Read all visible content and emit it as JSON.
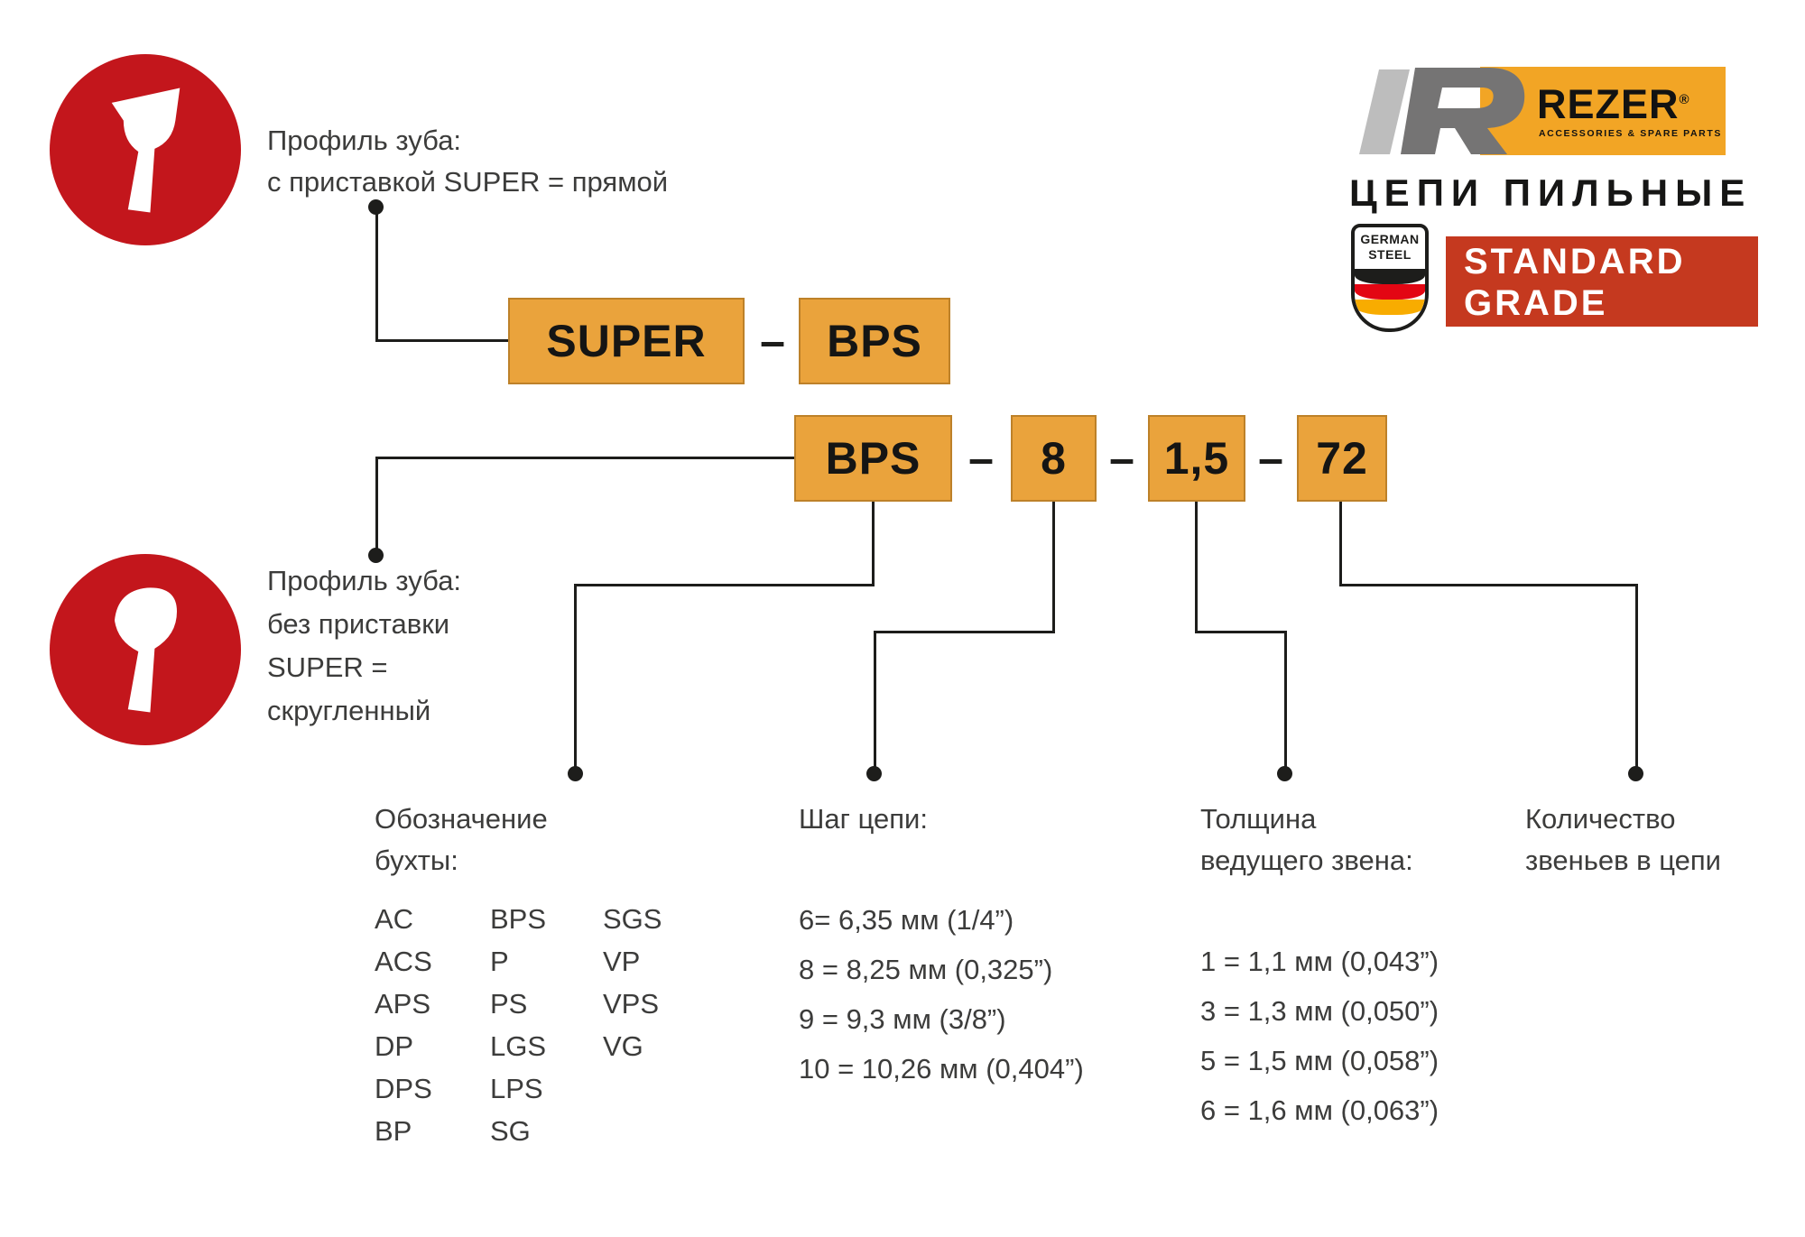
{
  "colors": {
    "accent_orange": "#EAA33C",
    "accent_red": "#C3161C",
    "grade_red": "#C5391F",
    "text": "#3C3C3B",
    "line": "#1D1D1B",
    "flag_black": "#1D1D1B",
    "flag_red": "#E30613",
    "flag_gold": "#F8AC00"
  },
  "profile_top": {
    "line1": "Профиль зуба:",
    "line2": "с приставкой SUPER = прямой"
  },
  "profile_bottom": {
    "line1": "Профиль зуба:",
    "line2": "без приставки",
    "line3": "SUPER =",
    "line4": "скругленный"
  },
  "row1": {
    "box1": "SUPER",
    "dash": "–",
    "box2": "BPS"
  },
  "row2": {
    "box1": "BPS",
    "dash1": "–",
    "box2": "8",
    "dash2": "–",
    "box3": "1,5",
    "dash3": "–",
    "box4": "72"
  },
  "columns": {
    "designation": {
      "title1": "Обозначение",
      "title2": "бухты:",
      "col1": [
        "AC",
        "ACS",
        "APS",
        "DP",
        "DPS",
        "BP"
      ],
      "col2": [
        "BPS",
        "P",
        "PS",
        "LGS",
        "LPS",
        "SG"
      ],
      "col3": [
        "SGS",
        "VP",
        "VPS",
        "VG"
      ]
    },
    "pitch": {
      "title": "Шаг цепи:",
      "items": [
        "6= 6,35 мм (1/4”)",
        "8 = 8,25 мм (0,325”)",
        "9 = 9,3 мм (3/8”)",
        "10 = 10,26 мм (0,404”)"
      ]
    },
    "gauge": {
      "title1": "Толщина",
      "title2": "ведущего звена:",
      "items": [
        "1 = 1,1 мм (0,043”)",
        "3 = 1,3 мм (0,050”)",
        "5 = 1,5 мм (0,058”)",
        "6 = 1,6 мм (0,063”)"
      ]
    },
    "links": {
      "title1": "Количество",
      "title2": "звеньев в цепи"
    }
  },
  "brand": {
    "name": "REZER",
    "reg": "®",
    "tagline": "ACCESSORIES & SPARE PARTS",
    "product": "ЦЕПИ ПИЛЬНЫЕ",
    "shield1": "GERMAN",
    "shield2": "STEEL",
    "grade1": "STANDARD",
    "grade2": "GRADE"
  }
}
